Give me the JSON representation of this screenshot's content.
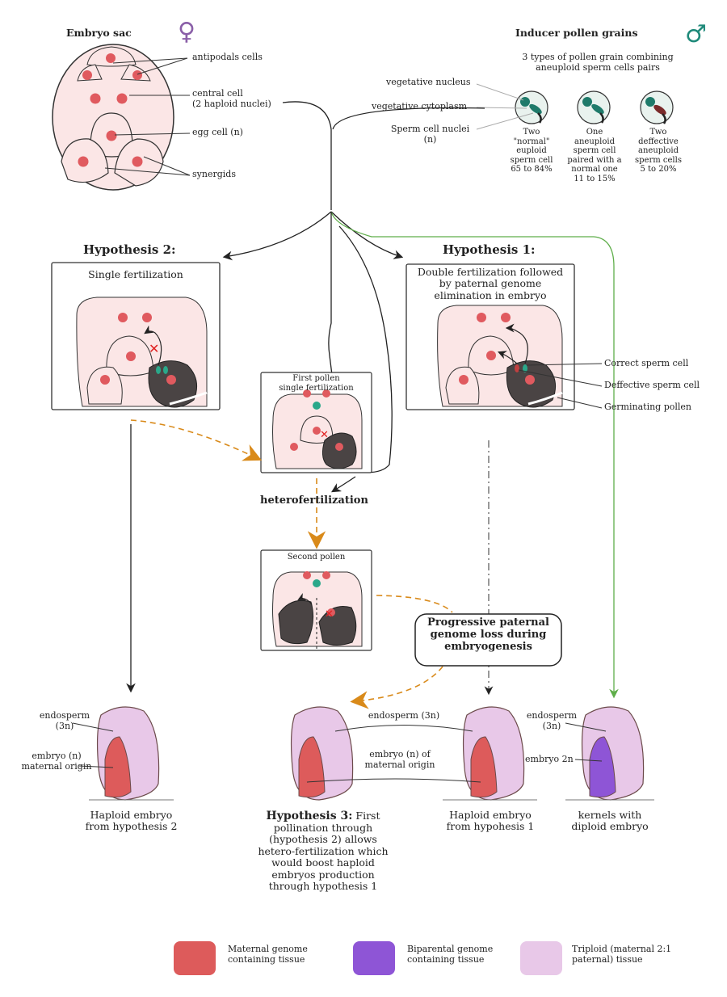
{
  "embryo_sac": {
    "title": "Embryo sac",
    "female_symbol": "♀",
    "antipodals": "antipodals cells",
    "central_cell": "central cell\n(2 haploid nuclei)",
    "egg_cell": "egg cell (n)",
    "synergids": "synergids"
  },
  "inducer": {
    "title": "Inducer pollen grains",
    "male_symbol": "♂",
    "subtitle": "3 types of pollen grain combining\naneuploid sperm cells  pairs",
    "vegetative_nucleus": "vegetative nucleus",
    "vegetative_cytoplasm": "vegetative cytoplasm",
    "sperm_nuclei": "Sperm cell nuclei\n(n)",
    "types": [
      {
        "label": "Two\n\"normal\"\neuploid\nsperm cell\n65 to 84%"
      },
      {
        "label": "One\naneuploid\nsperm cell\npaired with a\nnormal one\n11 to 15%"
      },
      {
        "label": "Two\ndeffective\naneuploid\nsperm cells\n5 to 20%"
      }
    ]
  },
  "hypothesis2": {
    "title": "Hypothesis 2:",
    "box_label": "Single fertilization"
  },
  "hypothesis1": {
    "title": "Hypothesis 1:",
    "box_label": "Double fertilization followed\nby paternal genome\nelimination in embryo",
    "correct_sperm": "Correct sperm cell",
    "defective_sperm": "Deffective sperm cell",
    "germinating": "Germinating pollen"
  },
  "middle": {
    "first_pollen": "First pollen\nsingle fertilization",
    "heterofertilization": "heterofertilization",
    "second_pollen": "Second pollen",
    "progressive": "Progressive paternal\ngenome loss during\nembryogenesis"
  },
  "kernels": {
    "k1_endosperm": "endosperm\n(3n)",
    "k1_embryo": "embryo (n)\nmaternal origin",
    "k1_caption": "Haploid embryo\nfrom hypothesis 2",
    "mid_endosperm": "endosperm (3n)",
    "mid_embryo": "embryo (n) of\nmaternal origin",
    "k3_caption": "Haploid embryo\nfrom hypohesis 1",
    "k4_endosperm": "endosperm\n(3n)",
    "k4_embryo": "embryo 2n",
    "k4_caption": "kernels with\ndiploid embryo"
  },
  "hypothesis3": {
    "title": "Hypothesis 3:",
    "text": " First\npollination through\n(hypothesis 2) allows\nhetero-fertilization which\nwould boost haploid\nembryos production\nthrough hypothesis 1"
  },
  "legend": [
    {
      "label": "Maternal genome\ncontaining tissue",
      "color": "#dd5b5b"
    },
    {
      "label": "Biparental genome\ncontaining tissue",
      "color": "#8e55d6"
    },
    {
      "label": "Triploid (maternal 2:1\npaternal) tissue",
      "color": "#e8c8e8"
    }
  ],
  "colors": {
    "female_symbol": "#8a5fa8",
    "male_symbol": "#1f8a7a",
    "nucleus": "#e05a5f",
    "cell_fill": "#fbe6e6",
    "pollen_tube": "#4a4444",
    "orange_arrow": "#d98a1a",
    "green_arrow": "#5fae4a"
  }
}
